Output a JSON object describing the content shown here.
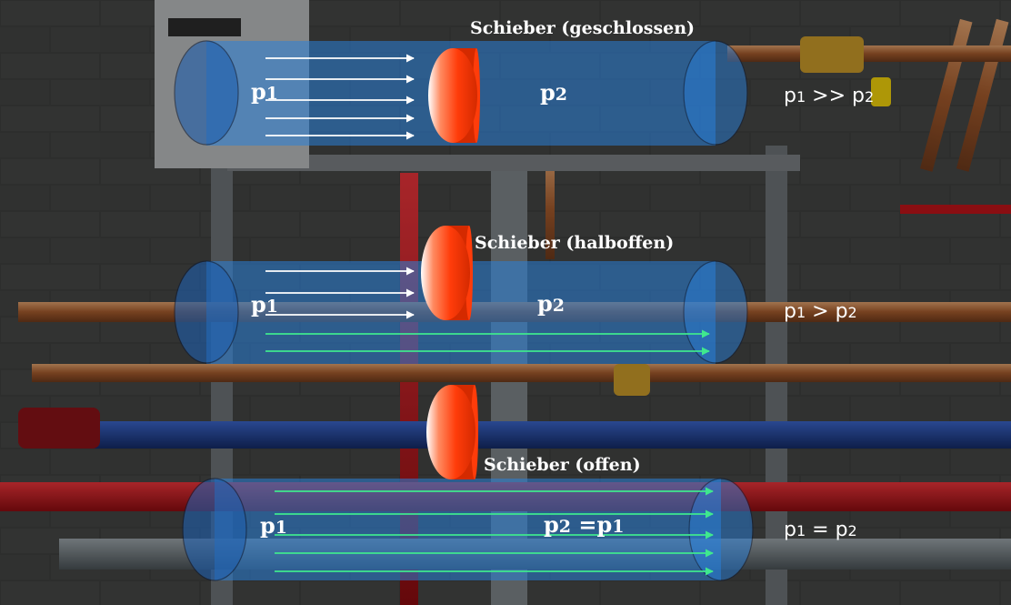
{
  "panels": [
    {
      "title": "Schieber (geschlossen)",
      "p_left": "p",
      "p_left_sub": "1",
      "p_right": "p",
      "p_right_sub": "2",
      "p_right_extra": "",
      "relation": {
        "a": "p",
        "a_sub": "1",
        "op": " >> ",
        "b": "p",
        "b_sub": "2"
      }
    },
    {
      "title": "Schieber (halboffen)",
      "p_left": "p",
      "p_left_sub": "1",
      "p_right": "p",
      "p_right_sub": "2",
      "p_right_extra": "",
      "relation": {
        "a": "p",
        "a_sub": "1",
        "op": " > ",
        "b": "p",
        "b_sub": "2"
      }
    },
    {
      "title": "Schieber (offen)",
      "p_left": "p",
      "p_left_sub": "1",
      "p_right": "p",
      "p_right_sub": "2",
      "p_right_extra": " =p",
      "p_right_extra_sub": "1",
      "relation": {
        "a": "p",
        "a_sub": "1",
        "op": " = ",
        "b": "p",
        "b_sub": "2"
      }
    }
  ],
  "colors": {
    "tube": "#2a7fd9",
    "valve": "#ff3c0a",
    "arrow_white": "#ffffff",
    "arrow_green": "#3fe88e",
    "wall": "#3d3e3d",
    "copper": "#b86a3a",
    "red_pipe": "#c0141a",
    "blue_pipe": "#1d3c8c"
  }
}
